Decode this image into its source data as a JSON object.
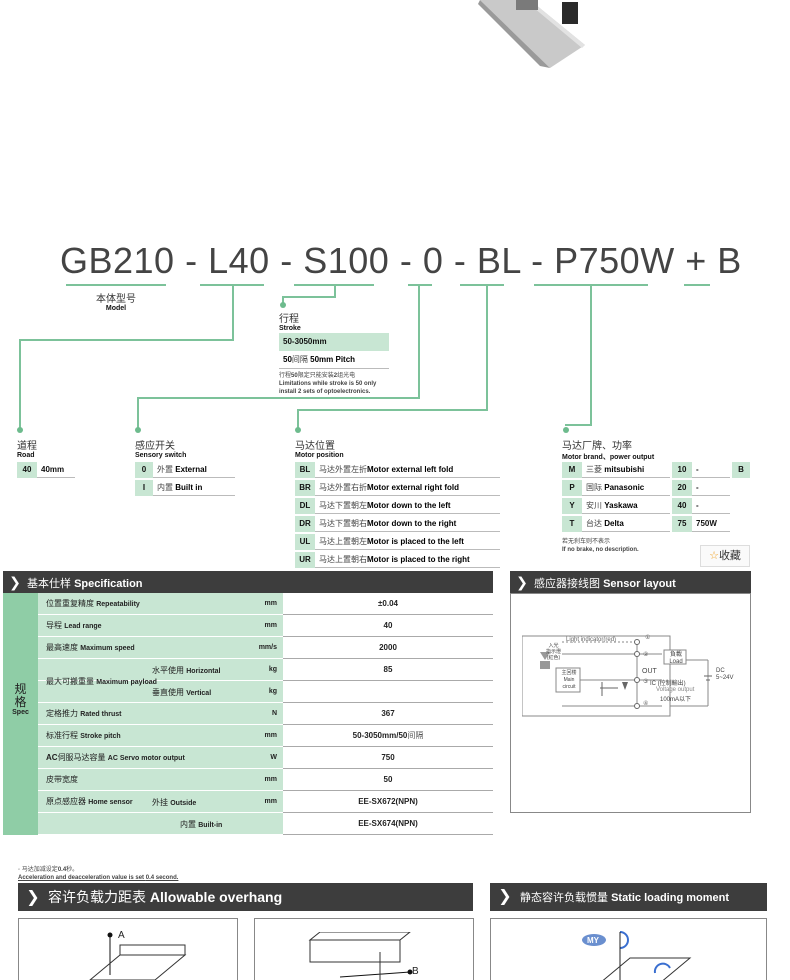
{
  "model_code": {
    "parts": [
      "GB210",
      "-",
      "L40",
      "-",
      "S100",
      "-",
      "0",
      "-",
      "BL",
      "-",
      "P750W",
      "+",
      "B"
    ]
  },
  "model_label": {
    "cn": "本体型号",
    "en": "Model"
  },
  "stroke": {
    "cn": "行程",
    "en": "Stroke",
    "range": "50-3050mm",
    "pitch_num": "50",
    "pitch_cn": "间隔",
    "pitch_en": "50mm Pitch",
    "note_cn_a": "行程",
    "note_cn_b": "50",
    "note_cn_c": "限定只能安装",
    "note_cn_d": "2",
    "note_cn_e": "组光电",
    "note_en1": "Limitations while stroke is 50 only",
    "note_en2": "install 2 sets of optoelectronics."
  },
  "road": {
    "cn": "道程",
    "en": "Road",
    "code": "40",
    "value": "40mm"
  },
  "sensor_switch": {
    "cn": "感应开关",
    "en": "Sensory switch",
    "rows": [
      {
        "code": "0",
        "cn": "外置",
        "en": "External"
      },
      {
        "code": "I",
        "cn": "内置",
        "en": "Built in"
      }
    ]
  },
  "motor_position": {
    "cn": "马达位置",
    "en": "Motor position",
    "rows": [
      {
        "code": "BL",
        "cn": "马达外置左折",
        "en": "Motor external left fold"
      },
      {
        "code": "BR",
        "cn": "马达外置右折",
        "en": "Motor external right fold"
      },
      {
        "code": "DL",
        "cn": "马达下置朝左",
        "en": "Motor down to the left"
      },
      {
        "code": "DR",
        "cn": "马达下置朝右",
        "en": "Motor down to the right"
      },
      {
        "code": "UL",
        "cn": "马达上置朝左",
        "en": "Motor is placed to the left"
      },
      {
        "code": "UR",
        "cn": "马达上置朝右",
        "en": "Motor is placed to the right"
      }
    ]
  },
  "motor_brand": {
    "cn": "马达厂牌、功率",
    "en": "Motor brand、power output",
    "rows": [
      {
        "code": "M",
        "cn": "三菱",
        "en": "mitsubishi",
        "p": "10",
        "pv": "-",
        "x": "B"
      },
      {
        "code": "P",
        "cn": "国际",
        "en": "Panasonic",
        "p": "20",
        "pv": "-",
        "x": ""
      },
      {
        "code": "Y",
        "cn": "安川",
        "en": "Yaskawa",
        "p": "40",
        "pv": "-",
        "x": ""
      },
      {
        "code": "T",
        "cn": "台达",
        "en": "Delta",
        "p": "75",
        "pv": "750W",
        "x": ""
      }
    ],
    "note_cn": "若无刹车则不表示",
    "note_en": "If no brake, no description.",
    "favorite": "收藏"
  },
  "spec": {
    "header_cn": "基本仕样",
    "header_en": "Specification",
    "side_cn1": "规",
    "side_cn2": "格",
    "side_en": "Spec",
    "rows": [
      {
        "cn": "位置重复精度",
        "en": "Repeatability",
        "unit": "mm",
        "value": "±0.04"
      },
      {
        "cn": "导程",
        "en": "Lead range",
        "unit": "mm",
        "value": "40"
      },
      {
        "cn": "最高速度",
        "en": "Maximum speed",
        "unit": "mm/s",
        "value": "2000"
      },
      {
        "cn": "",
        "en": "",
        "unit": "kg",
        "value": "85"
      },
      {
        "cn": "",
        "en": "",
        "unit": "kg",
        "value": ""
      },
      {
        "cn": "定格推力",
        "en": "Rated thrust",
        "unit": "N",
        "value": "367"
      },
      {
        "cn": "标准行程",
        "en": "Stroke pitch",
        "unit": "mm",
        "value": "50-3050mm/50",
        "value_cn": "间隔"
      },
      {
        "cn": "伺服马达容量",
        "en": "AC Servo motor output",
        "prefix": "AC",
        "unit": "W",
        "value": "750"
      },
      {
        "cn": "皮带宽度",
        "en": "",
        "unit": "mm",
        "value": "50"
      },
      {
        "cn": "原点感应器",
        "en": "Home sensor",
        "unit": "mm",
        "value": "EE-SX672(NPN)"
      },
      {
        "cn": "",
        "en": "",
        "unit": "",
        "value": "EE-SX674(NPN)"
      }
    ],
    "payload_cn": "最大可搬重量",
    "payload_en": "Maximum payload",
    "horizontal_cn": "水平使用",
    "horizontal_en": "Horizontal",
    "vertical_cn": "垂直使用",
    "vertical_en": "Vertical",
    "outside_cn": "外挂",
    "outside_en": "Outside",
    "builtin_cn": "内置",
    "builtin_en": "Built-in"
  },
  "sensor_layout": {
    "header_cn": "感应器接线图",
    "header_en": "Sensor layout",
    "light": "Light indicator(red)",
    "in_a": "入光",
    "in_b": "指示燈",
    "in_c": "(紅色)",
    "main_cn": "主回楼",
    "main_en1": "Main",
    "main_en2": "circuit",
    "load_cn": "負載",
    "load_en": "Load",
    "out": "OUT",
    "ic": "IC",
    "ic_cn": "(控制輸出)",
    "vout": "Voltage output",
    "vout2": "100mA以下",
    "dc": "DC",
    "dc2": "5~24V",
    "pins": [
      "①",
      "②",
      "③",
      "④"
    ]
  },
  "accel_note": {
    "cn_a": "马达加减设定",
    "cn_b": "0.4",
    "cn_c": "秒。",
    "en_a": "Acceleration and deacceleration value is set ",
    "en_b": "0.4 second."
  },
  "overhang": {
    "header_cn": "容许负载力距表",
    "header_en": "Allowable overhang",
    "labels": [
      "A",
      "B"
    ]
  },
  "static_moment": {
    "header_cn": "静态容许负载惯量",
    "header_en": "Static loading moment",
    "label": "MY"
  }
}
